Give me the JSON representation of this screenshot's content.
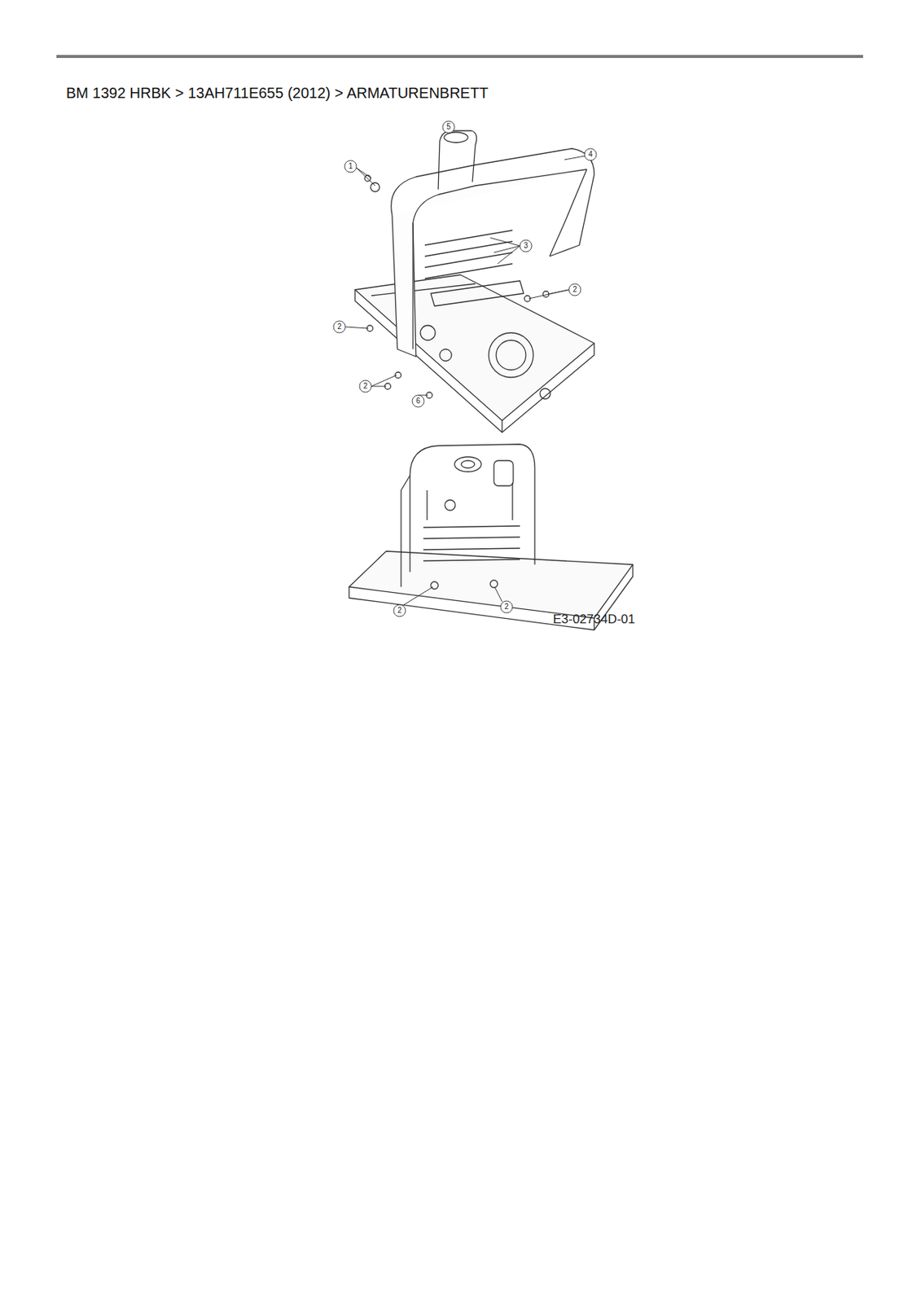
{
  "diagram": {
    "title": "BM 1392 HRBK  >  13AH711E655 (2012)  >  ARMATURENBRETT",
    "labels": [
      "5",
      "1",
      "4",
      "3",
      "2",
      "2",
      "2",
      "6",
      "2",
      "2",
      "E3-02734D-01"
    ]
  }
}
